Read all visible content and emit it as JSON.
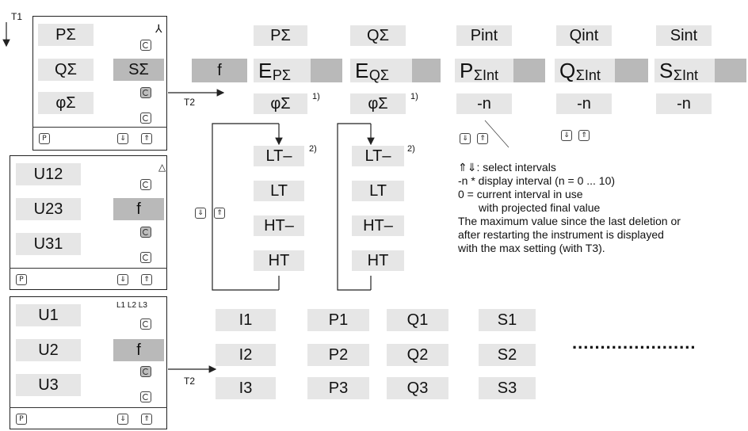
{
  "labels": {
    "t1": "T1",
    "t2a": "T2",
    "t2b": "T2",
    "sup1a": "1)",
    "sup1b": "1)",
    "sup2a": "2)",
    "sup2b": "2)",
    "p": "P",
    "star": "⅄",
    "delta": "△",
    "l123": "L1 L2 L3"
  },
  "panel1": {
    "a": "PΣ",
    "b": "QΣ",
    "c": "SΣ",
    "d": "φΣ"
  },
  "panel2": {
    "a": "U12",
    "b": "U23",
    "c": "f",
    "d": "U31"
  },
  "panel3": {
    "a": "U1",
    "b": "U2",
    "c": "f",
    "d": "U3"
  },
  "top": {
    "row1": [
      "PΣ",
      "QΣ",
      "Pint",
      "Qint",
      "Sint"
    ],
    "f": "f",
    "energy": [
      {
        "main": "E",
        "sub": "PΣ"
      },
      {
        "main": "E",
        "sub": "QΣ"
      },
      {
        "main": "P",
        "sub": "ΣInt"
      },
      {
        "main": "Q",
        "sub": "ΣInt"
      },
      {
        "main": "S",
        "sub": "ΣInt"
      }
    ],
    "phi": [
      "φΣ",
      "φΣ"
    ],
    "n": [
      "-n",
      "-n",
      "-n"
    ]
  },
  "tariff": {
    "col1": [
      "LT–",
      "LT",
      "HT–",
      "HT"
    ],
    "col2": [
      "LT–",
      "LT",
      "HT–",
      "HT"
    ]
  },
  "notes": {
    "line1": "⇑⇓:  select intervals",
    "line2": "-n *  display interval (n = 0 ... 10)",
    "line3": "0 =  current interval  in use",
    "line4": "with projected final value",
    "line5": "The maximum value since the last deletion or",
    "line6": "after restarting the instrument is displayed",
    "line7": "with the max setting (with T3)."
  },
  "bottom": {
    "i": [
      "I1",
      "I2",
      "I3"
    ],
    "p": [
      "P1",
      "P2",
      "P3"
    ],
    "q": [
      "Q1",
      "Q2",
      "Q3"
    ],
    "s": [
      "S1",
      "S2",
      "S3"
    ],
    "dots": "......................"
  },
  "colors": {
    "chip": "#e6e6e6",
    "chip_dark": "#b9b9b9",
    "line": "#222222"
  }
}
